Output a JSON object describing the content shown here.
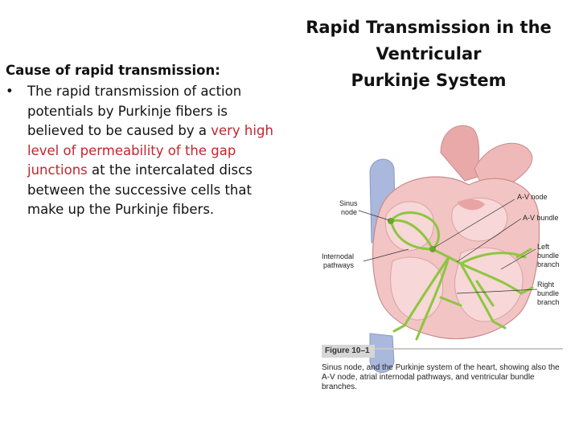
{
  "slide": {
    "title_lines": [
      "Rapid Transmission in the",
      "Ventricular",
      "Purkinje System"
    ],
    "heading": "Cause of rapid transmission:",
    "bullet_symbol": "•",
    "bullet": {
      "part1": "The rapid transmission of action potentials by Purkinje fibers is believed to be caused by a ",
      "highlight1": "very high level of permeability of the gap junctions",
      "part2": " at the intercalated discs between the successive cells that make up the Purkinje fibers."
    },
    "colors": {
      "highlight": "#c0272d",
      "conduction": "#8dc63f",
      "heart": "#f3c4c4",
      "vessel": "#a9b8dc"
    }
  },
  "figure": {
    "labels": {
      "sinus_node": [
        "Sinus",
        "node"
      ],
      "av_node": "A-V node",
      "av_bundle": "A-V bundle",
      "internodal": [
        "Internodal",
        "pathways"
      ],
      "left_bundle": [
        "Left",
        "bundle",
        "branch"
      ],
      "right_bundle": [
        "Right",
        "bundle",
        "branch"
      ]
    },
    "caption_tag": "Figure 10–1",
    "caption": "Sinus node, and the Purkinje system of the heart, showing also the A-V node, atrial internodal pathways, and ventricular bundle branches."
  }
}
